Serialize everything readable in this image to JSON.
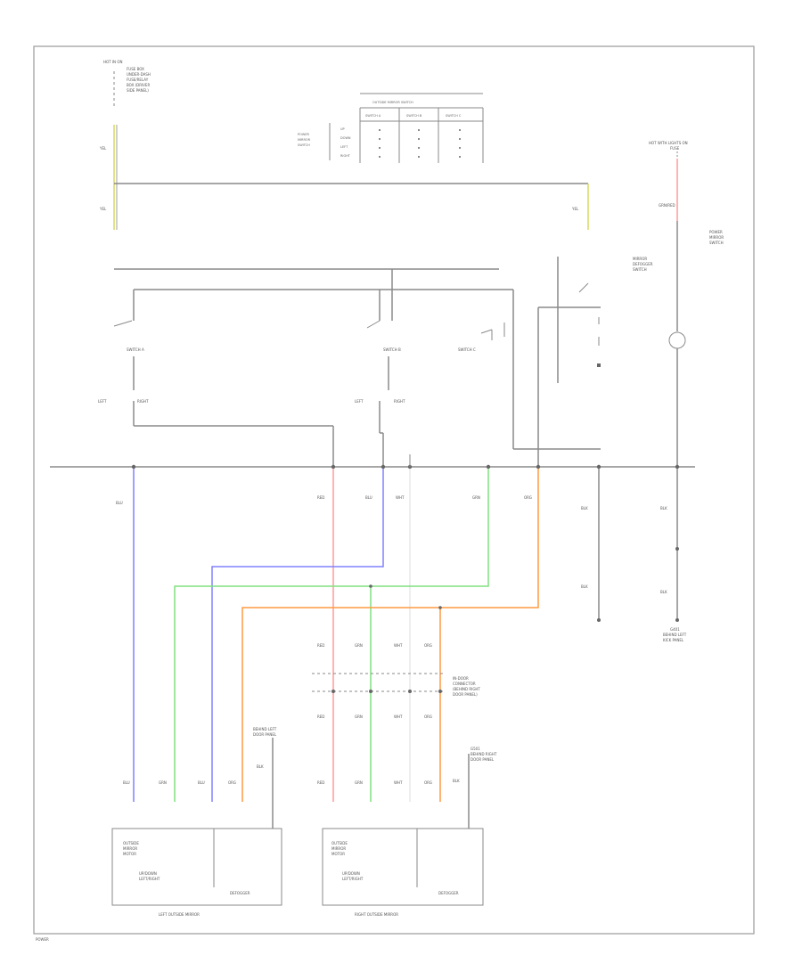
{
  "colors": {
    "frame": "#9a9a9a",
    "wire_black": "#8a8a8a",
    "wire_blue": "#8080ff",
    "wire_red": "#ff9a9a",
    "wire_green": "#80e080",
    "wire_orange": "#ff9a40",
    "wire_yellow": "#d8d860",
    "wire_white": "#e8e8e8",
    "wire_pink": "#ff9a9a"
  },
  "labels": {
    "top_fuse": "HOT IN ON",
    "top_fuse_note_1": "FUSE BOX",
    "top_fuse_note_2": "UNDER-DASH",
    "top_fuse_note_3": "FUSE/RELAY",
    "top_fuse_note_4": "BOX (DRIVER",
    "top_fuse_note_5": "SIDE PANEL)",
    "table_title": "OUTSIDE MIRROR SWITCH",
    "table_col_1": "SWITCH A",
    "table_col_2": "SWITCH B",
    "table_col_3": "SWITCH C",
    "table_row_1": "UP",
    "table_row_2": "DOWN",
    "table_row_3": "LEFT",
    "table_row_4": "RIGHT",
    "table_side_1": "POWER",
    "table_side_2": "MIRROR",
    "table_side_3": "SWITCH",
    "right_fuse": "HOT WITH LIGHTS ON",
    "right_fuse_sub": "FUSE",
    "right_wire": "GRN/RED",
    "right_side_1": "POWER",
    "right_side_2": "MIRROR",
    "right_side_3": "SWITCH",
    "defog_1": "MIRROR",
    "defog_2": "DEFOGGER",
    "defog_3": "SWITCH",
    "switch_a": "SWITCH A",
    "switch_b": "SWITCH B",
    "switch_c": "SWITCH C",
    "left": "LEFT",
    "right": "RIGHT",
    "wire_blu": "BLU",
    "wire_red": "RED",
    "wire_yel": "YEL",
    "wire_wht": "WHT",
    "wire_grn": "GRN",
    "wire_org": "ORG",
    "wire_blk": "BLK",
    "ground_right_1": "G401",
    "ground_right_2": "BEHIND LEFT",
    "ground_right_3": "KICK PANEL",
    "connector_1": "IN-DOOR",
    "connector_2": "CONNECTOR",
    "connector_3": "(BEHIND RIGHT",
    "connector_4": "DOOR PANEL)",
    "gnd_left_1": "BEHIND LEFT",
    "gnd_left_2": "DOOR PANEL",
    "gnd_right_1": "G501",
    "gnd_right_2": "BEHIND RIGHT",
    "gnd_right_3": "DOOR PANEL",
    "motor_1": "OUTSIDE",
    "motor_2": "MIRROR",
    "motor_3": "MOTOR",
    "motor_4": "UP/DOWN",
    "motor_5": "LEFT/RIGHT",
    "defogger": "DEFOGGER",
    "left_mirror": "LEFT OUTSIDE MIRROR",
    "right_mirror": "RIGHT OUTSIDE MIRROR",
    "footer": "POWER"
  }
}
